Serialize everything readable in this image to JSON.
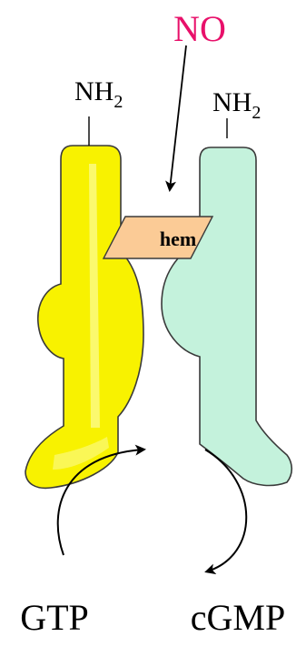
{
  "labels": {
    "no": "NO",
    "nh2_left_main": "NH",
    "nh2_left_sub": "2",
    "nh2_right_main": "NH",
    "nh2_right_sub": "2",
    "hem": "hem",
    "gtp": "GTP",
    "cgmp": "cGMP"
  },
  "colors": {
    "no_text": "#e8106a",
    "left_subunit_fill": "#f8f200",
    "left_subunit_highlight": "#fbf97a",
    "right_subunit_fill": "#c4f2dc",
    "hem_fill": "#fbcb96",
    "outline": "#3a3a3a",
    "text": "#000000"
  },
  "icons": {
    "no_arrow": "arrow-down-icon",
    "gtp_to_enzyme": "curved-arrow-icon",
    "enzyme_to_cgmp": "curved-arrow-icon"
  }
}
